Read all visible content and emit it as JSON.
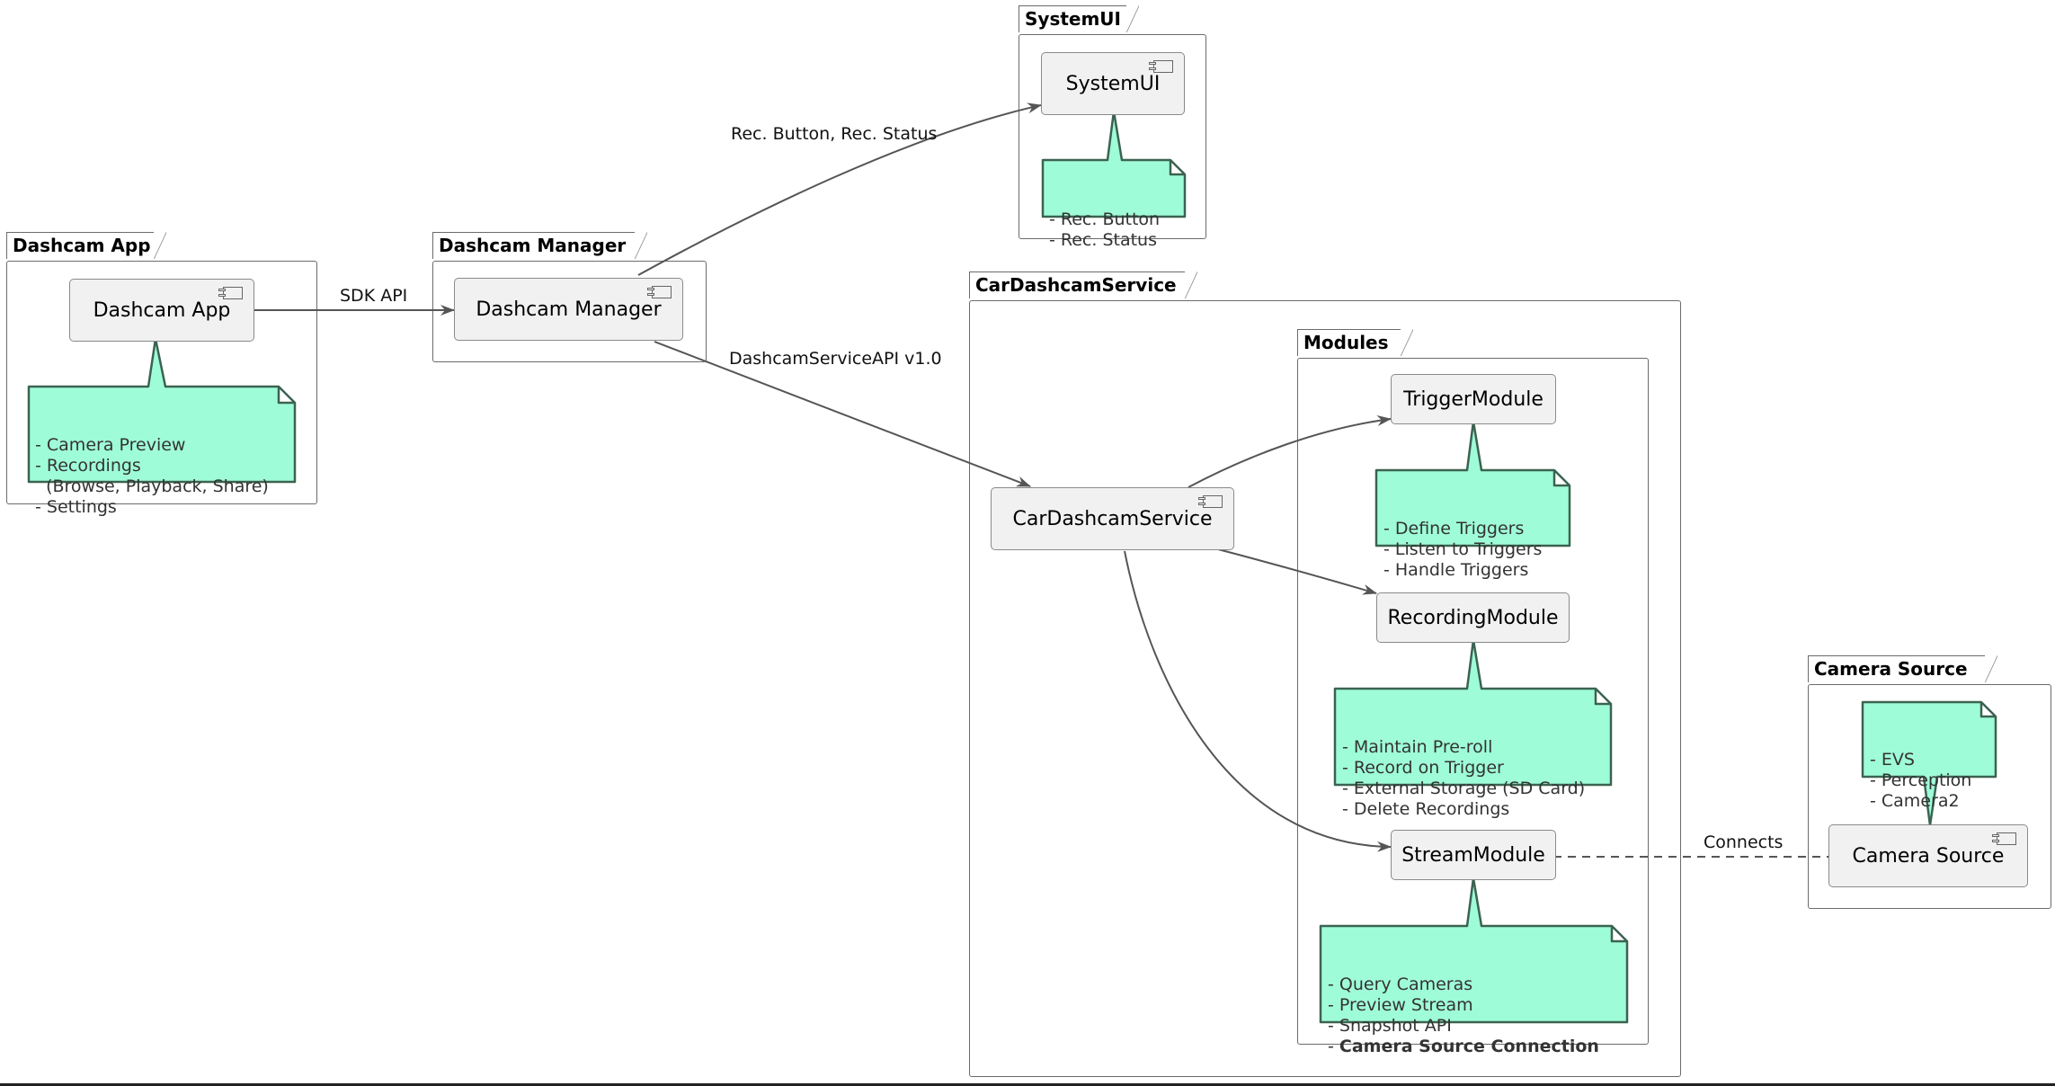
{
  "packages": {
    "dashcam_app": "Dashcam App",
    "dashcam_manager": "Dashcam Manager",
    "system_ui": "SystemUI",
    "car_dashcam_service": "CarDashcamService",
    "modules": "Modules",
    "camera_source": "Camera Source"
  },
  "components": {
    "dashcam_app": "Dashcam App",
    "dashcam_manager": "Dashcam Manager",
    "system_ui": "SystemUI",
    "car_dashcam_service": "CarDashcamService",
    "camera_source": "Camera Source"
  },
  "modules": {
    "trigger": "TriggerModule",
    "recording": "RecordingModule",
    "stream": "StreamModule"
  },
  "notes": {
    "dashcam_app": [
      "- Camera Preview",
      "- Recordings",
      "  (Browse, Playback, Share)",
      "- Settings"
    ],
    "system_ui": [
      "- Rec. Button",
      "- Rec. Status"
    ],
    "trigger": [
      "- Define Triggers",
      "- Listen to Triggers",
      "- Handle Triggers"
    ],
    "recording": [
      "- Maintain Pre-roll",
      "- Record on Trigger",
      "- External Storage (SD Card)",
      "- Delete Recordings"
    ],
    "stream": [
      "- Query Cameras",
      "- Preview Stream",
      "- Snapshot API"
    ],
    "stream_bold": "Camera Source Connection",
    "camera_source": [
      "- EVS",
      "- Perception",
      "- Camera2"
    ]
  },
  "edges": {
    "sdk_api": "SDK API",
    "rec": "Rec. Button, Rec. Status",
    "service_api": "DashcamServiceAPI v1.0",
    "connects": "Connects"
  },
  "colors": {
    "note_fill": "#9ffcd9",
    "note_stroke": "#3b6351",
    "component_fill": "#f1f1f1",
    "edge": "#555555"
  }
}
